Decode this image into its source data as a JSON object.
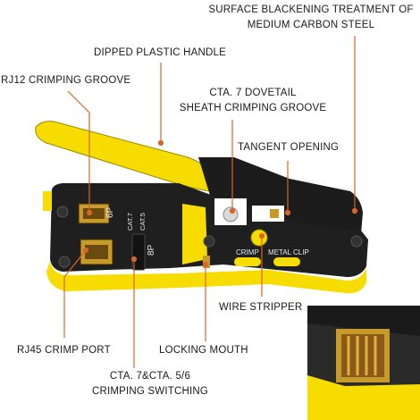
{
  "callouts": {
    "surface_treatment_line1": "SURFACE BLACKENING TREATMENT OF",
    "surface_treatment_line2": "MEDIUM CARBON STEEL",
    "dipped_handle": "DIPPED PLASTIC HANDLE",
    "rj12_groove": "RJ12 CRIMPING GROOVE",
    "dovetail_line1": "CTA. 7 DOVETAIL",
    "dovetail_line2": "SHEATH CRIMPING GROOVE",
    "tangent_opening": "TANGENT OPENING",
    "wire_stripper": "WIRE STRIPPER",
    "rj45_port": "RJ45 CRIMP PORT",
    "locking_mouth": "LOCKING MOUTH",
    "switching_line1": "CTA. 7&CTA. 5/6",
    "switching_line2": "CRIMPING SWITCHING"
  },
  "tool_markings": {
    "port_6p": "6P",
    "port_8p": "8P",
    "cat7": "CAT.7",
    "cat5": "CAT.5",
    "crimp": "CRIMP",
    "metal_clip": "METAL CLIP"
  },
  "colors": {
    "handle_yellow": "#f6dc00",
    "steel_black": "#1c1c1c",
    "leader_orange": "#d9642a"
  }
}
